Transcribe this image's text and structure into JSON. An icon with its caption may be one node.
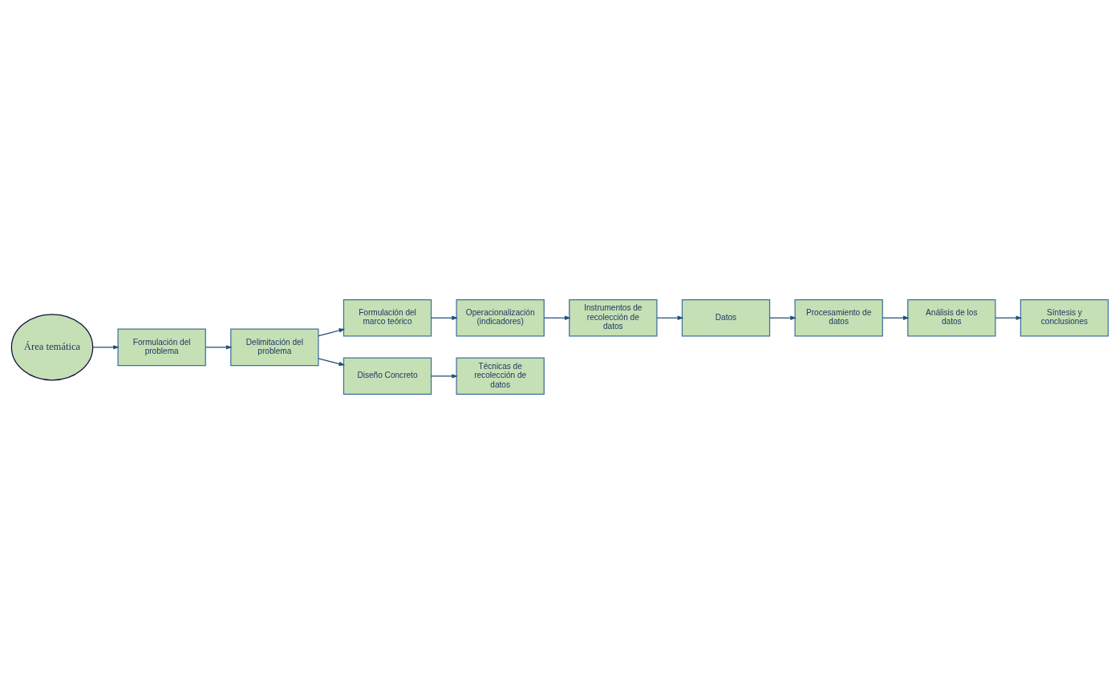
{
  "diagram": {
    "nodes": [
      {
        "text": [
          "Área temática"
        ]
      },
      {
        "text": [
          "Formulación del problema"
        ]
      },
      {
        "text": [
          "Delimitación del problema"
        ]
      },
      {
        "text": [
          "Formulación del marco teórico"
        ]
      },
      {
        "text": [
          "Operacionalización (indicadores)"
        ]
      },
      {
        "text": [
          "Instrumentos de recolección de datos"
        ]
      },
      {
        "text": [
          "Diseño Concreto"
        ]
      },
      {
        "text": [
          "Técnicas de recolección de datos"
        ]
      },
      {
        "text": [
          "Datos"
        ]
      },
      {
        "text": [
          "Procesamiento de datos"
        ]
      },
      {
        "text": [
          "Análisis de los datos"
        ]
      },
      {
        "text": [
          "Síntesis y conclusiones"
        ]
      }
    ],
    "edges": [
      {
        "from": 0,
        "to": 1,
        "arrow": "to"
      },
      {
        "from": 1,
        "to": 2,
        "arrow": "to"
      },
      {
        "from": 2,
        "to": 3,
        "arrow": "to"
      },
      {
        "from": 3,
        "to": 4,
        "arrow": "to"
      },
      {
        "from": 4,
        "to": 5,
        "arrow": "to"
      },
      {
        "from": 2,
        "to": 6,
        "arrow": "to"
      },
      {
        "from": 6,
        "to": 7,
        "arrow": "to"
      },
      {
        "from": 5,
        "to": 8,
        "arrow": "to"
      },
      {
        "from": 8,
        "to": 9,
        "arrow": "to"
      },
      {
        "from": 9,
        "to": 10,
        "arrow": "to"
      },
      {
        "from": 10,
        "to": 11,
        "arrow": "to"
      }
    ]
  }
}
